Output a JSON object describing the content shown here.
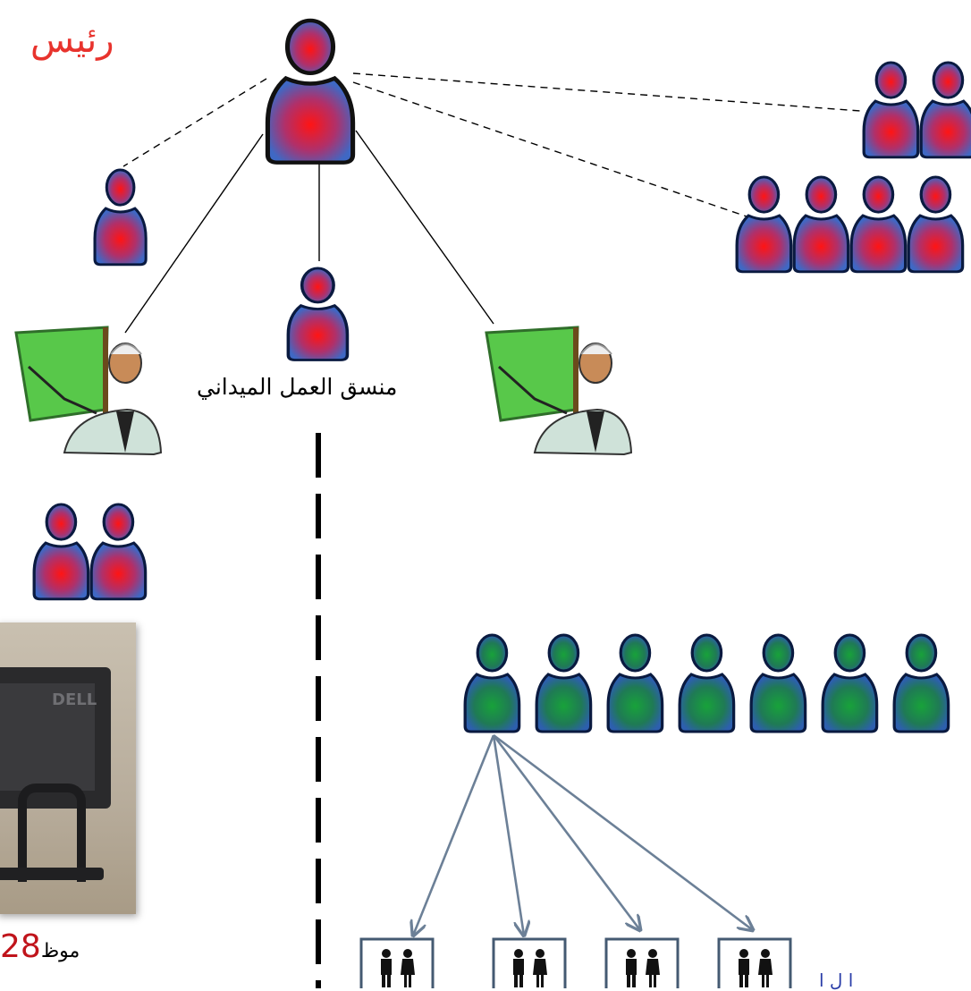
{
  "labels": {
    "head": "رئيس",
    "field_coordinator": "منسق العمل الميداني",
    "staff_count": "28",
    "staff_text": "موظ",
    "field_team": "ا ل ا"
  },
  "photo": {
    "brand": "DELL"
  },
  "colors": {
    "head_person": "#e8332d",
    "red_person": "#ff1a1a",
    "green_person": "#1f9e3a",
    "person_fill": "#3b6fc0",
    "arrow": "#6c8097",
    "board": "#58c84a"
  },
  "icons": {
    "head": "person-icon",
    "staff": "person-icon",
    "enumerator": "person-icon",
    "trainer": "trainer-clipart-icon",
    "household": "household-icon"
  }
}
